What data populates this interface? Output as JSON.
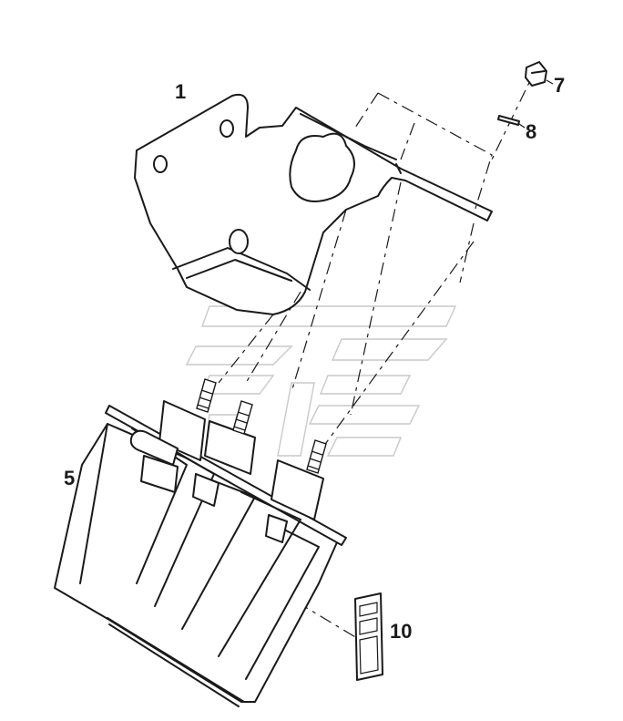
{
  "callouts": {
    "bracket": "1",
    "battery_box": "5",
    "nut": "7",
    "washer": "8",
    "label": "10"
  }
}
